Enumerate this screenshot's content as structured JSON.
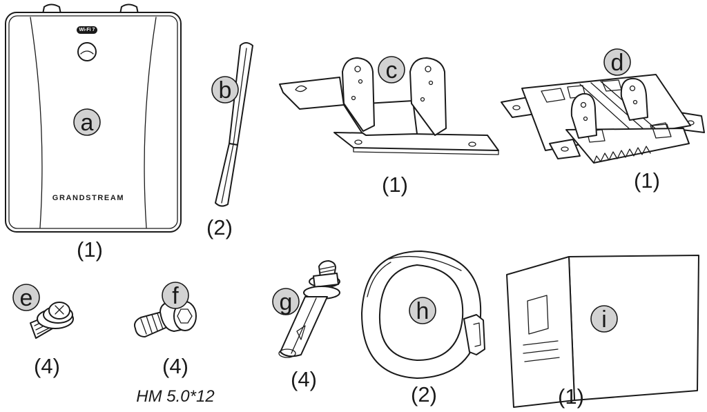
{
  "device": {
    "brand_text": "GRANDSTREAM",
    "wifi_badge_text": "Wi-Fi 7"
  },
  "items": [
    {
      "id": "a",
      "letter": "a",
      "quantity": "(1)"
    },
    {
      "id": "b",
      "letter": "b",
      "quantity": "(2)"
    },
    {
      "id": "c",
      "letter": "c",
      "quantity": "(1)"
    },
    {
      "id": "d",
      "letter": "d",
      "quantity": "(1)"
    },
    {
      "id": "e",
      "letter": "e",
      "quantity": "(4)"
    },
    {
      "id": "f",
      "letter": "f",
      "quantity": "(4)",
      "spec": "HM 5.0*12"
    },
    {
      "id": "g",
      "letter": "g",
      "quantity": "(4)"
    },
    {
      "id": "h",
      "letter": "h",
      "quantity": "(2)"
    },
    {
      "id": "i",
      "letter": "i",
      "quantity": "(1)"
    }
  ],
  "colors": {
    "line": "#1a1a1a",
    "label_badge": "#d2d2d2",
    "background": "#ffffff"
  }
}
